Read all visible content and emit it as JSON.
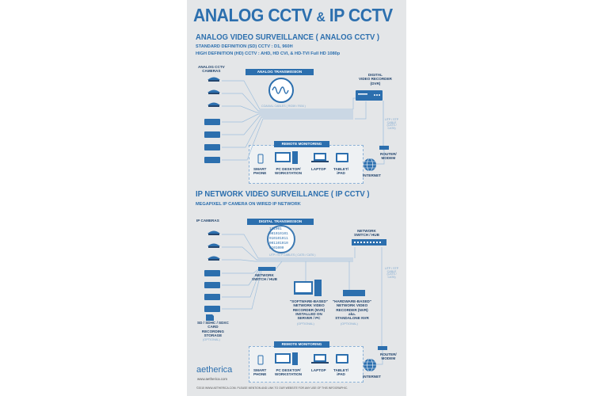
{
  "title_analog": "ANALOG CCTV",
  "title_amp": "&",
  "title_ip": "IP CCTV",
  "analog": {
    "heading": "ANALOG VIDEO SURVEILLANCE ( ANALOG CCTV )",
    "sd_line": "STANDARD DEFINITION (SD) CCTV  :  D1, 960H",
    "hd_line": "HIGH DEFINITION (HD) CCTV : AHD, HD CVI, & HD-TVI Full HD 1080p",
    "cameras_label": "ANALOG CCTV\nCAMERAS",
    "transmission": "ANALOG TRANSMISSION",
    "dvr_label": "DIGITAL\nVIDEO RECORDER\n(DVR)",
    "cable_label": "COAXIAL CABLES ( RG59 / RG6 )",
    "utp_label": "UTP / STP\nCABLE\n(CAT5 /\nCAT6)",
    "remote": "REMOTE MONITORING",
    "devices": [
      "SMART\nPHONE",
      "PC DESKTOP/\nWORKSTATION",
      "LAPTOP",
      "TABLET/\niPAD"
    ],
    "router": "ROUTER/\nMODEM",
    "internet": "INTERNET"
  },
  "ip": {
    "heading": "IP NETWORK VIDEO SURVEILLANCE ( IP CCTV )",
    "sub_line": "MEGAPIXEL IP CAMERA ON WIRED IP NETWORK",
    "cameras_label": "IP CAMERAS",
    "transmission": "DIGITAL TRANSMISSION",
    "binary": [
      "111001",
      "001010101",
      "010101011",
      "001101010",
      "0101000"
    ],
    "switch_top": "NETWORK\nSWITCH / HUB",
    "switch_small": "NETWORK\nSWITCH / HUB",
    "cable_label": "UTP / STP CABLES ( CAT5 / CAT6 )",
    "utp_label": "UTP / STP\nCABLE\n(CAT5 /\nCAT6)",
    "sd_card": "SD / SDHC / SDXC\nCARD\nRECORDING\nSTORAGE",
    "sd_opt": "(OPTIONAL)",
    "software_nvr": "\"SOFTWARE-BASED\"\nNETWORK VIDEO\nRECORDER (NVR)\nINSTALLED ON\nSERVER / PC",
    "software_opt": "(OPTIONAL)",
    "hardware_nvr": "\"HARDWARE-BASED\"\nNETWORK VIDEO\nRECORDER (NVR)\naka.\nSTANDALONE NVR",
    "hardware_opt": "(OPTIONAL)",
    "remote": "REMOTE MONITORING",
    "devices": [
      "SMART\nPHONE",
      "PC DESKTOP/\nWORKSTATION",
      "LAPTOP",
      "TABLET/\niPAD"
    ],
    "router": "ROUTER/\nMODEM",
    "internet": "INTERNET"
  },
  "brand": "aetherica",
  "brand_url": "www.aetherica.com",
  "footer": "©2015 WWW.AETHERICA.COM.   PLEASE MENTION AND LINK TO OUR WEBSITE FOR ANY USE OF THIS INFOGRAPHIC.",
  "colors": {
    "accent": "#2c6fae",
    "dark": "#24466e",
    "light": "#7fa8cf",
    "panel": "#e4e6e8"
  }
}
